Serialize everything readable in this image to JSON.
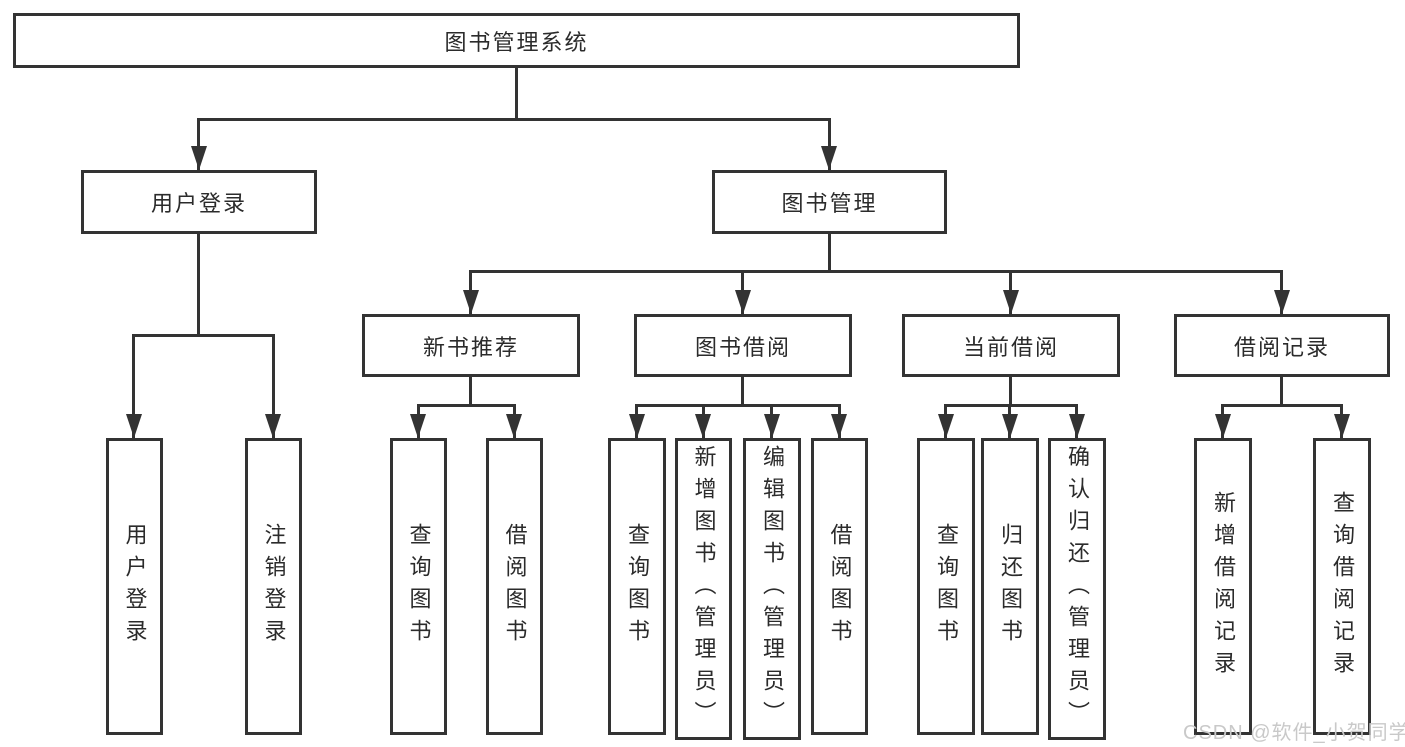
{
  "diagram": {
    "title": "图书管理系统",
    "tree": {
      "label": "图书管理系统",
      "children": [
        {
          "label": "用户登录",
          "children": [
            {
              "label": "用户登录"
            },
            {
              "label": "注销登录"
            }
          ]
        },
        {
          "label": "图书管理",
          "children": [
            {
              "label": "新书推荐",
              "children": [
                {
                  "label": "查询图书"
                },
                {
                  "label": "借阅图书"
                }
              ]
            },
            {
              "label": "图书借阅",
              "children": [
                {
                  "label": "查询图书"
                },
                {
                  "label": "新增图书（管理员）"
                },
                {
                  "label": "编辑图书（管理员）"
                },
                {
                  "label": "借阅图书"
                }
              ]
            },
            {
              "label": "当前借阅",
              "children": [
                {
                  "label": "查询图书"
                },
                {
                  "label": "归还图书"
                },
                {
                  "label": "确认归还（管理员）"
                }
              ]
            },
            {
              "label": "借阅记录",
              "children": [
                {
                  "label": "新增借阅记录"
                },
                {
                  "label": "查询借阅记录"
                }
              ]
            }
          ]
        }
      ]
    },
    "colors": {
      "line": "#333333",
      "text": "#2b2b2b",
      "background": "#ffffff",
      "watermark": "#c9c9c9"
    }
  },
  "watermark": {
    "text": "CSDN @软件_小贺同学"
  }
}
